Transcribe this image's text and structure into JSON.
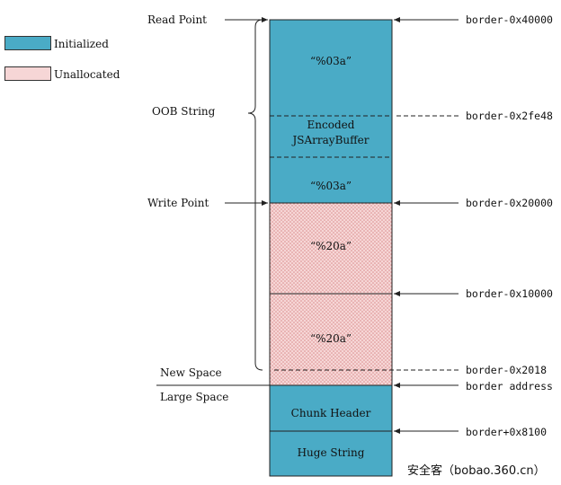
{
  "legend": [
    {
      "label": "Initialized",
      "color": "#4aabc6"
    },
    {
      "label": "Unallocated",
      "color": "#f3c7c7"
    }
  ],
  "left_labels": {
    "read_point": "Read Point",
    "oob_string": "OOB String",
    "write_point": "Write Point",
    "new_space": "New Space",
    "large_space": "Large Space"
  },
  "blocks": {
    "top": "“%03a”",
    "encoded_line1": "Encoded",
    "encoded_line2": "JSArrayBuffer",
    "mid": "“%03a”",
    "unalloc1": "“%20a”",
    "unalloc2": "“%20a”",
    "chunk_header": "Chunk Header",
    "huge_string": "Huge String"
  },
  "right_labels": {
    "r1": "border-0x40000",
    "r2": "border-0x2fe48",
    "r3": "border-0x20000",
    "r4": "border-0x10000",
    "r5": "border-0x2018",
    "r6": "border address",
    "r7": "border+0x8100"
  },
  "watermark": "安全客（bobao.360.cn）",
  "colors": {
    "initialized": "#4aabc6",
    "unallocated": "#f3c7c7",
    "border": "#222222"
  }
}
